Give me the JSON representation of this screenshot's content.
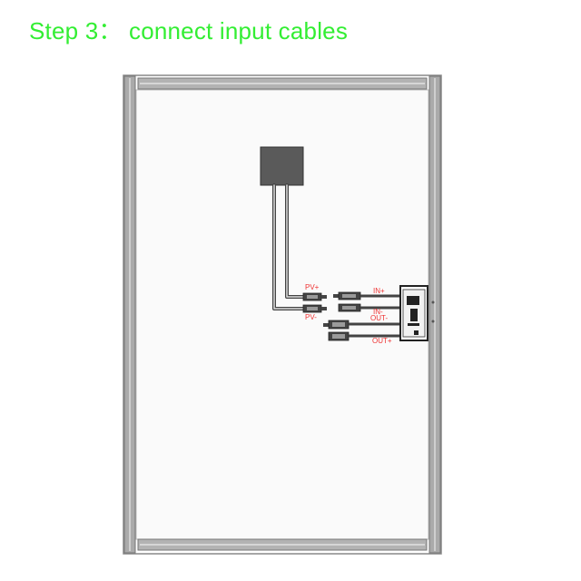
{
  "title": "Step 3： connect input cables",
  "labels": {
    "pv_plus": "PV+",
    "pv_minus": "PV-",
    "in_plus": "IN+",
    "in_minus": "IN-",
    "out_minus": "OUT-",
    "out_plus": "OUT+"
  },
  "colors": {
    "title": "#33ee33",
    "label": "#ee3333",
    "frame": "#999999",
    "panel": "#f7f7f7",
    "junction_box": "#5a5a5a",
    "cable": "#444444",
    "controller": "#222222"
  }
}
